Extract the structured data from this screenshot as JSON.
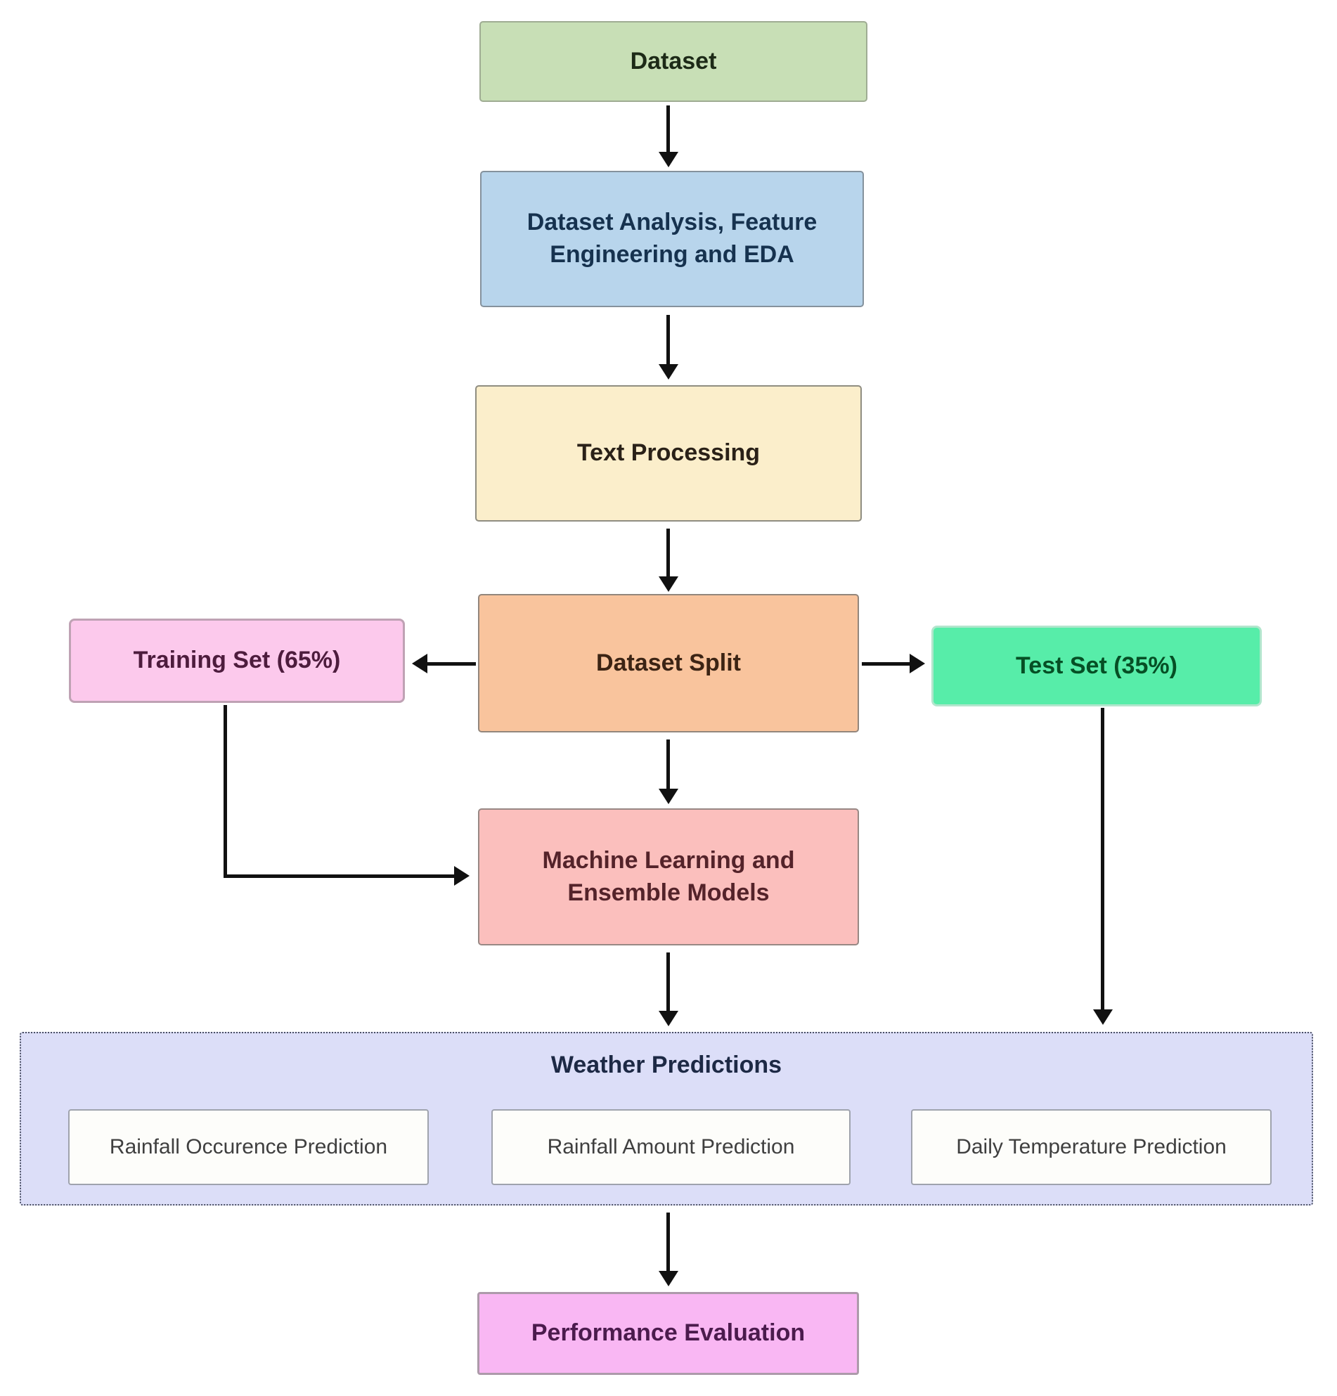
{
  "diagram": {
    "description": "Weather prediction machine-learning pipeline flowchart",
    "nodes": {
      "dataset": {
        "label": "Dataset",
        "fill": "#c8dfb6",
        "text_color": "#1d2a17"
      },
      "analysis": {
        "label": "Dataset Analysis, Feature Engineering and EDA",
        "fill": "#b8d5ec",
        "text_color": "#16324f"
      },
      "text_processing": {
        "label": "Text Processing",
        "fill": "#fbeecb",
        "text_color": "#2a2118"
      },
      "dataset_split": {
        "label": "Dataset Split",
        "fill": "#f9c49d",
        "text_color": "#3c2414"
      },
      "training_set": {
        "label": "Training Set (65%)",
        "fill": "#fcc9ec",
        "text_color": "#4d1c3d"
      },
      "test_set": {
        "label": "Test Set (35%)",
        "fill": "#57eda9",
        "text_color": "#064f25"
      },
      "ml_models": {
        "label": "Machine Learning and Ensemble Models",
        "fill": "#fbbfbd",
        "text_color": "#54232a"
      },
      "weather_predictions": {
        "label": "Weather Predictions",
        "fill": "#dcdef8",
        "text_color": "#1d2945",
        "children": [
          {
            "label": "Rainfall Occurence Prediction"
          },
          {
            "label": "Rainfall Amount Prediction"
          },
          {
            "label": "Daily Temperature Prediction"
          }
        ]
      },
      "performance": {
        "label": "Performance Evaluation",
        "fill": "#f9b7f3",
        "text_color": "#4b1b4d"
      }
    },
    "edges": [
      {
        "from": "Dataset",
        "to": "Dataset Analysis, Feature Engineering and EDA"
      },
      {
        "from": "Dataset Analysis, Feature Engineering and EDA",
        "to": "Text Processing"
      },
      {
        "from": "Text Processing",
        "to": "Dataset Split"
      },
      {
        "from": "Dataset Split",
        "to": "Training Set (65%)"
      },
      {
        "from": "Dataset Split",
        "to": "Test Set (35%)"
      },
      {
        "from": "Dataset Split",
        "to": "Machine Learning and Ensemble Models"
      },
      {
        "from": "Training Set (65%)",
        "to": "Machine Learning and Ensemble Models"
      },
      {
        "from": "Machine Learning and Ensemble Models",
        "to": "Weather Predictions"
      },
      {
        "from": "Test Set (35%)",
        "to": "Weather Predictions"
      },
      {
        "from": "Weather Predictions",
        "to": "Performance Evaluation"
      }
    ],
    "arrow_color": "#111111"
  }
}
